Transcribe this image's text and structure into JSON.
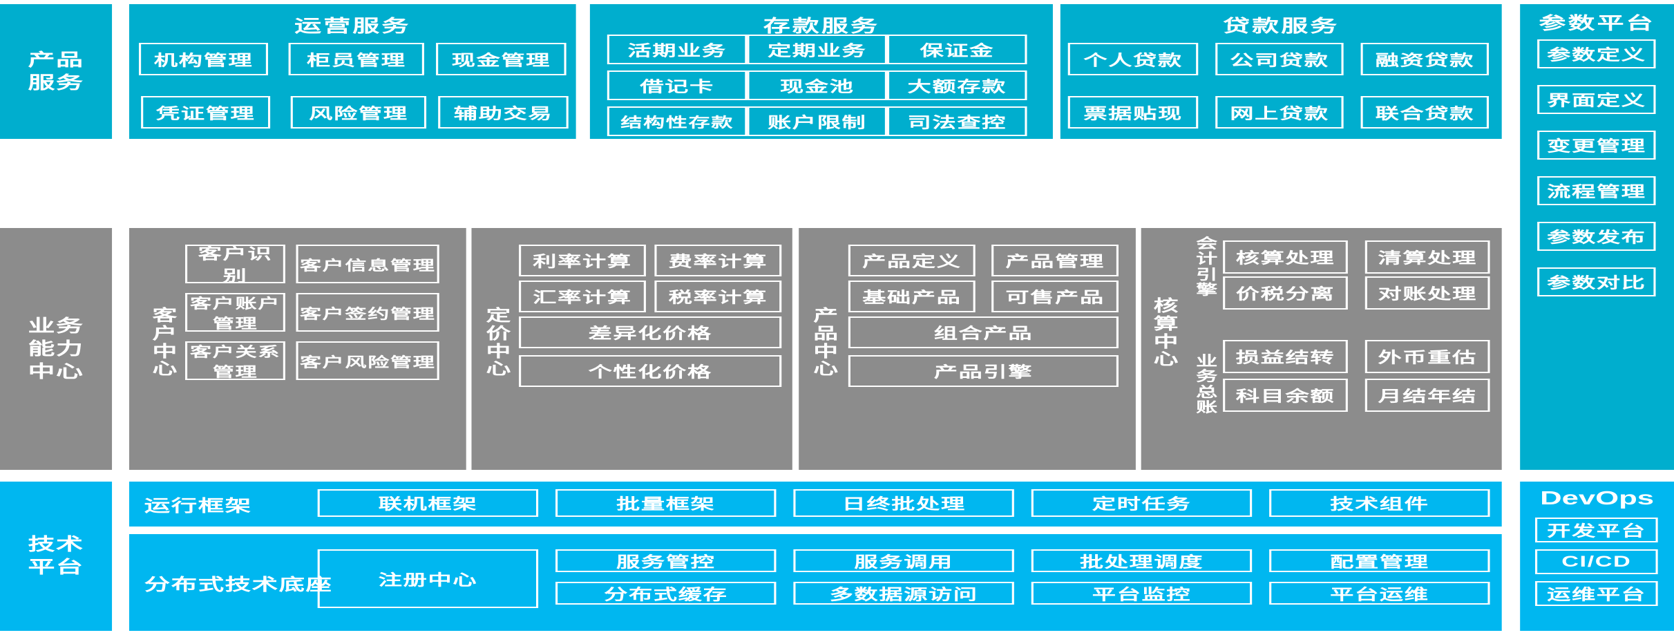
{
  "palette": {
    "teal": "#00AECE",
    "gray": "#8C8C8C",
    "blue": "#00B7F0",
    "tile_border": "#FFFFFF",
    "text": "#FFFFFF",
    "page_bg": "#FFFFFF"
  },
  "rows": {
    "product_services": {
      "rail_label": "产品\n服务",
      "rail_label_lines": [
        "产品",
        "服务"
      ],
      "groups": [
        {
          "title": "运营服务",
          "tiles": [
            "机构管理",
            "柜员管理",
            "现金管理",
            "凭证管理",
            "风险管理",
            "辅助交易"
          ]
        },
        {
          "title": "存款服务",
          "tiles": [
            "活期业务",
            "定期业务",
            "保证金",
            "借记卡",
            "现金池",
            "大额存款",
            "结构性存款",
            "账户限制",
            "司法查控"
          ]
        },
        {
          "title": "贷款服务",
          "tiles": [
            "个人贷款",
            "公司贷款",
            "融资贷款",
            "票据贴现",
            "网上贷款",
            "联合贷款"
          ]
        }
      ]
    },
    "business_capability_center": {
      "rail_label_lines": [
        "业务",
        "能力",
        "中心"
      ],
      "groups": [
        {
          "vlabel": "客户中心",
          "tiles": [
            "客户识别",
            "客户信息管理",
            "客户账户管理",
            "客户签约管理",
            "客户关系管理",
            "客户风险管理"
          ]
        },
        {
          "vlabel": "定价中心",
          "tiles": [
            "利率计算",
            "费率计算",
            "汇率计算",
            "税率计算"
          ],
          "wide_tiles": [
            "差异化价格",
            "个性化价格"
          ]
        },
        {
          "vlabel": "产品中心",
          "tiles": [
            "产品定义",
            "产品管理",
            "基础产品",
            "可售产品"
          ],
          "wide_tiles": [
            "组合产品",
            "产品引擎"
          ]
        },
        {
          "vlabel": "核算中心",
          "sub_labels": [
            "会计引擎",
            "业务总账"
          ],
          "tiles_engine": [
            "核算处理",
            "清算处理",
            "价税分离",
            "对账处理"
          ],
          "tiles_ledger": [
            "损益结转",
            "外币重估",
            "科目余额",
            "月结年结"
          ]
        }
      ]
    },
    "technology_platform": {
      "rail_label_lines": [
        "技术",
        "平台"
      ],
      "bands": [
        {
          "label": "运行框架",
          "tiles": [
            "联机框架",
            "批量框架",
            "日终批处理",
            "定时任务",
            "技术组件"
          ]
        },
        {
          "label": "分布式技术底座",
          "anchor_tile": "注册中心",
          "tiles_top": [
            "服务管控",
            "服务调用",
            "批处理调度",
            "配置管理"
          ],
          "tiles_bottom": [
            "分布式缓存",
            "多数据源访问",
            "平台监控",
            "平台运维"
          ]
        }
      ]
    }
  },
  "right_columns": {
    "parameter_platform": {
      "title": "参数平台",
      "tiles": [
        "参数定义",
        "界面定义",
        "变更管理",
        "流程管理",
        "参数发布",
        "参数对比"
      ]
    },
    "devops": {
      "title": "DevOps",
      "tiles": [
        "开发平台",
        "CI/CD",
        "运维平台"
      ]
    }
  }
}
